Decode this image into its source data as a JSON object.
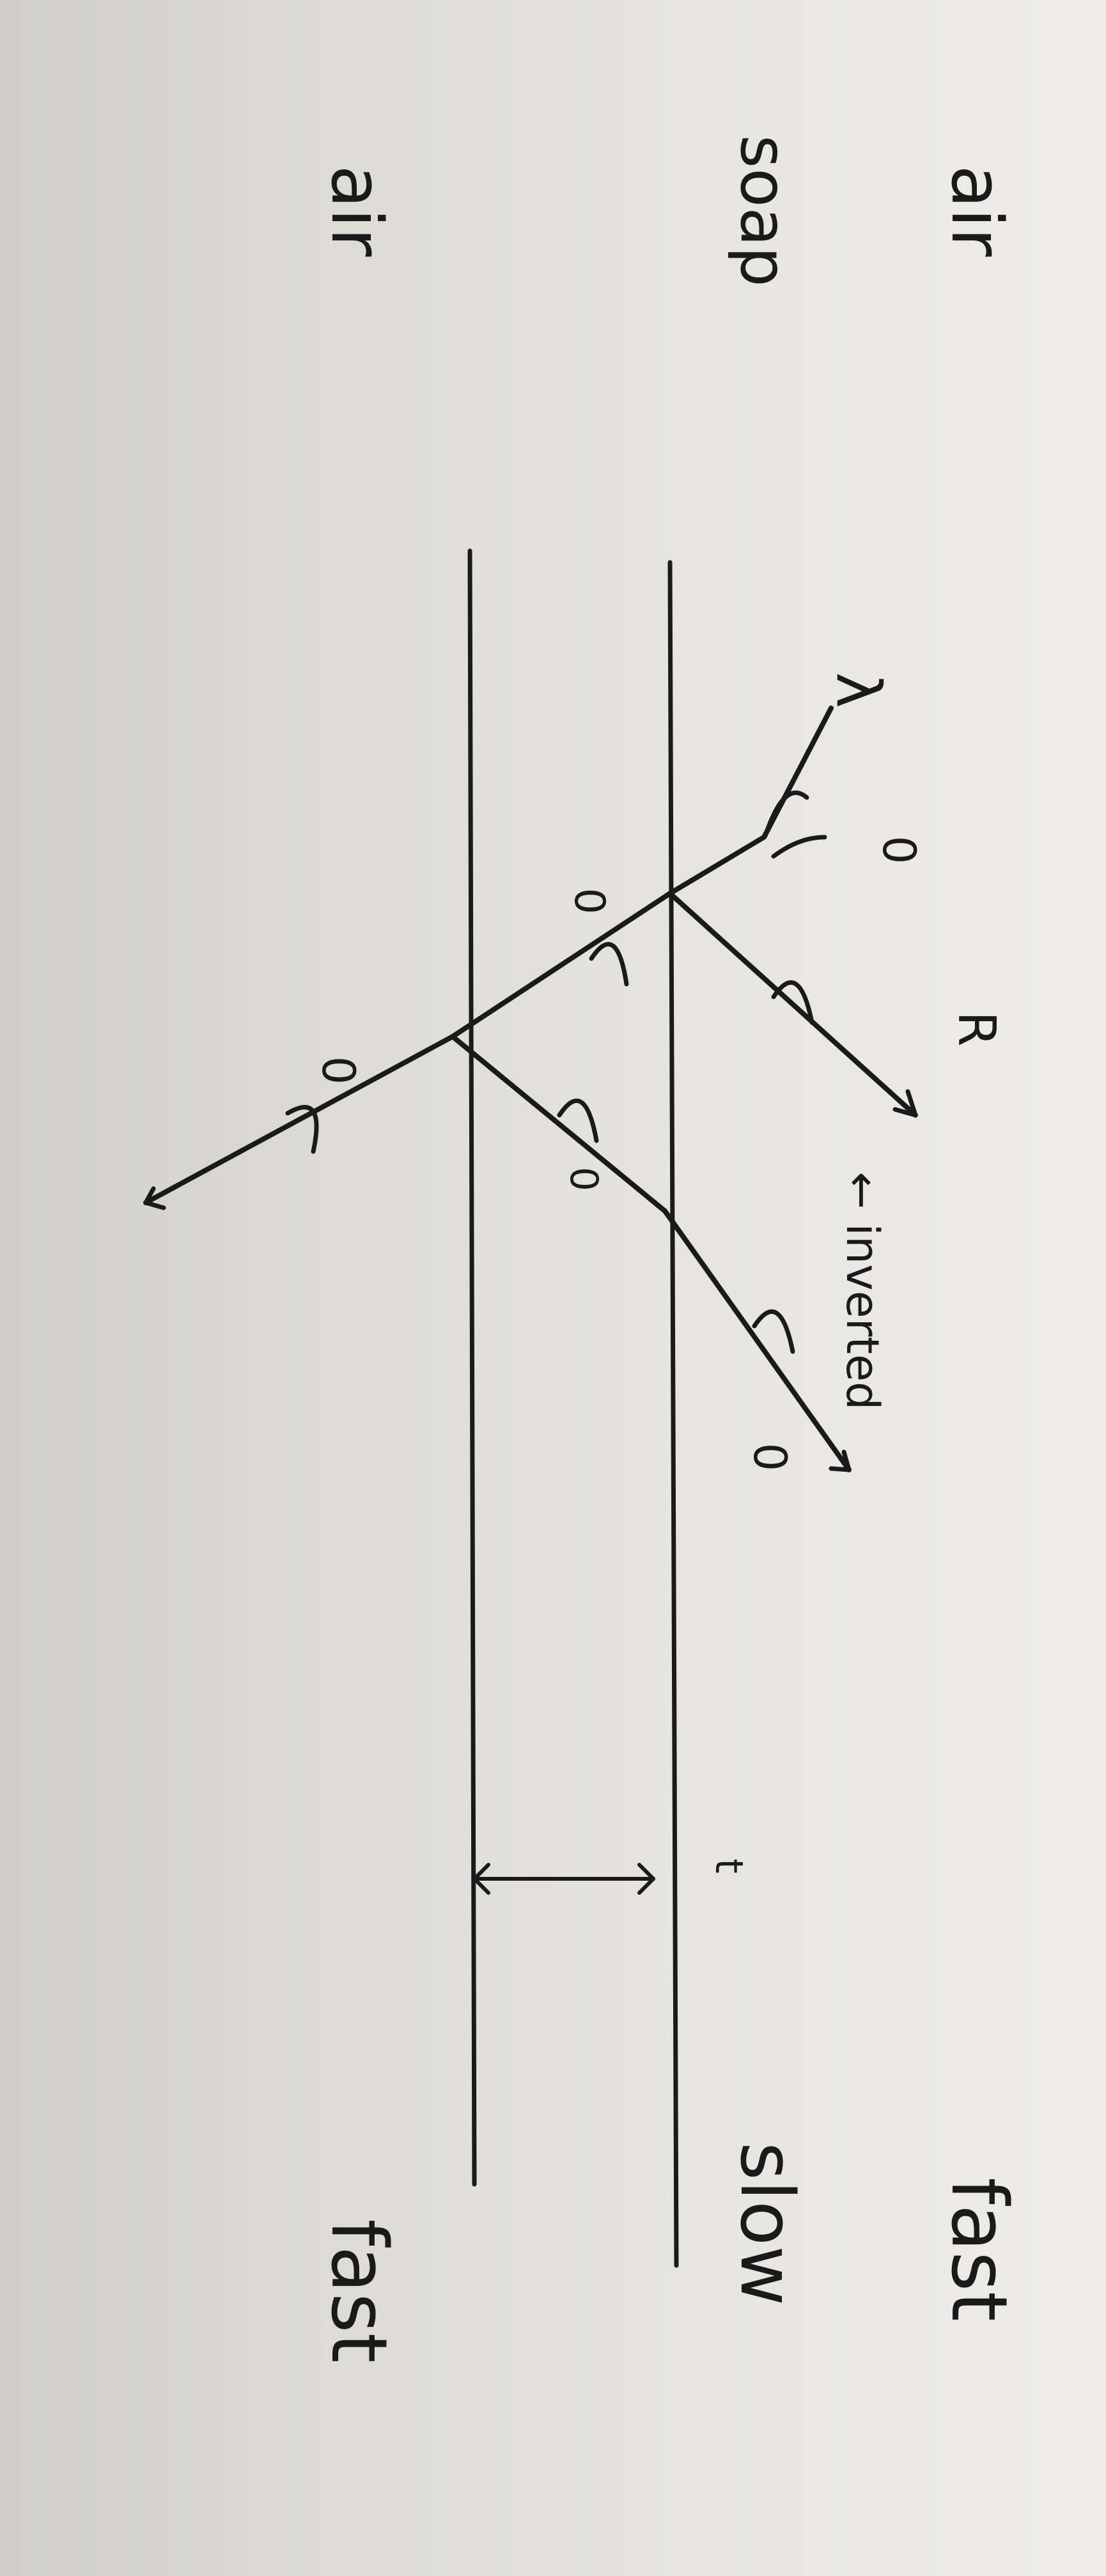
{
  "labels": {
    "top_medium": "air",
    "middle_medium": "soap",
    "bottom_medium": "air",
    "top_speed": "fast",
    "middle_speed": "slow",
    "bottom_speed": "fast",
    "wavelength": "λ",
    "reflected": "R",
    "inverted_note": "← inverted",
    "thickness": "t",
    "phase_zero": "0"
  }
}
